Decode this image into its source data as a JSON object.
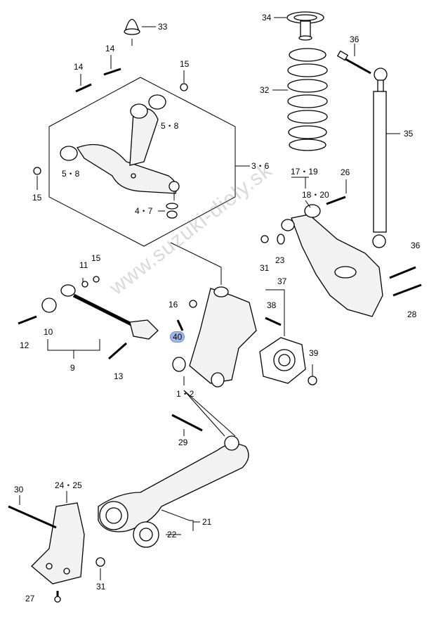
{
  "watermark": "www.suzuki-diely.sk",
  "callouts": {
    "c33": "33",
    "c34": "34",
    "c14a": "14",
    "c14b": "14",
    "c15a": "15",
    "c15b": "15",
    "c15c": "15",
    "c58a": "5・8",
    "c58b": "5・8",
    "c36a": "36",
    "c36b": "36",
    "c32": "32",
    "c35": "35",
    "c3_6": "3・6",
    "c17_19": "17・19",
    "c18_20": "18・20",
    "c26": "26",
    "c4_7": "4・7",
    "c31a": "31",
    "c31b": "31",
    "c23": "23",
    "c11": "11",
    "c37": "37",
    "c28": "28",
    "c16": "16",
    "c38": "38",
    "c12": "12",
    "c10": "10",
    "c40": "40",
    "c39": "39",
    "c9": "9",
    "c13": "13",
    "c1_2": "1・2",
    "c29": "29",
    "c30": "30",
    "c24_25": "24・25",
    "c21": "21",
    "c22": "22",
    "c27": "27"
  }
}
